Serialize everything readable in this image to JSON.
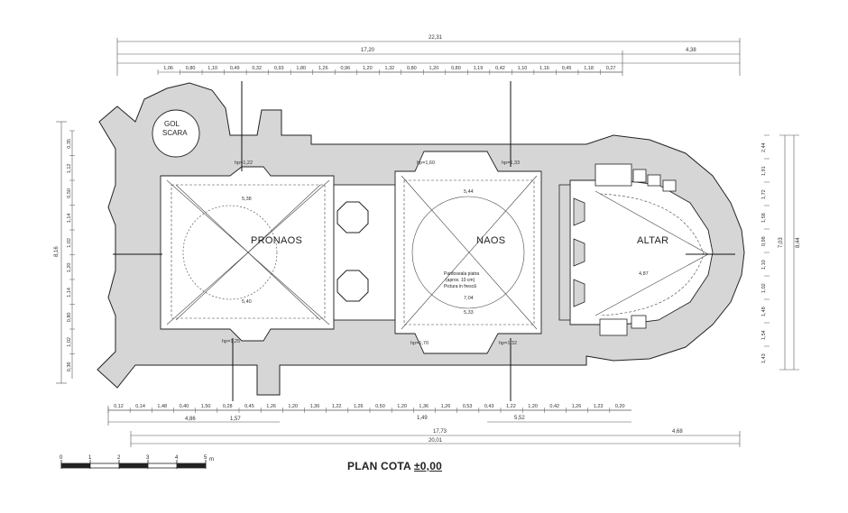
{
  "title": {
    "main": "PLAN COTA",
    "level": "±0,00"
  },
  "rooms": {
    "pronaos": "PRONAOS",
    "naos": "NAOS",
    "altar": "ALTAR",
    "stair_line1": "GOL",
    "stair_line2": "SCARA"
  },
  "notes": {
    "pardoseala_1": "Pardoseala piatra",
    "pardoseala_2": "(aprox. 10 cm)",
    "pardoseala_3": "Pictura in frescă"
  },
  "overall_dims": {
    "total_top": "22,31",
    "nave_top": "17,20",
    "altar_top": "4,38",
    "total_bottom": "20,01",
    "nave_bottom": "17,73",
    "altar_bottom": "4,68",
    "left_height": "8,16",
    "right_height": "8,44",
    "right_inner": "7,03",
    "pronaos_w_bottom": "4,86",
    "naos_w_bottom": "5,52",
    "pronaos_span": "1,57",
    "naos_span": "1,49"
  },
  "room_dims": {
    "pronaos_w": "5,38",
    "pronaos_d": "5,40",
    "naos_w": "5,44",
    "naos_d": "5,33",
    "naos_diag": "7,04",
    "altar_d": "4,87",
    "pilaster_top_1": "hp=1,22",
    "pilaster_top_2": "hp=1,60",
    "pilaster_top_3": "hp=1,33",
    "pilaster_bot_1": "hp=1,25",
    "pilaster_bot_2": "hp=1,70",
    "pilaster_bot_3": "hp=1,32"
  },
  "top_chain": [
    "1,06",
    "0,80",
    "1,10",
    "0,49",
    "0,32",
    "0,93",
    "1,80",
    "1,26",
    "0,96",
    "1,20",
    "1,32",
    "0,80",
    "1,20",
    "0,80",
    "1,19",
    "0,42",
    "1,10",
    "1,16",
    "0,45",
    "1,18",
    "0,27"
  ],
  "bottom_chain": [
    "0,12",
    "0,14",
    "1,48",
    "0,40",
    "1,50",
    "0,28",
    "0,45",
    "1,26",
    "1,20",
    "1,36",
    "1,22",
    "1,26",
    "0,50",
    "1,20",
    "1,36",
    "1,26",
    "0,53",
    "0,43",
    "1,22",
    "1,20",
    "0,42",
    "1,26",
    "1,23",
    "0,20"
  ],
  "left_chain": [
    "0,35",
    "1,12",
    "0,50",
    "1,14",
    "1,02",
    "1,20",
    "1,14",
    "0,80",
    "1,02",
    "0,36"
  ],
  "right_chain": [
    "2,44",
    "1,91",
    "1,72",
    "1,58",
    "0,98",
    "1,10",
    "1,02",
    "1,48",
    "1,54",
    "1,43"
  ],
  "scale_bar": {
    "ticks": [
      "0",
      "1",
      "2",
      "3",
      "4",
      "5"
    ],
    "unit": "m"
  },
  "colors": {
    "fill": "#d6d6d6",
    "line": "#222222",
    "dim": "#555555"
  }
}
